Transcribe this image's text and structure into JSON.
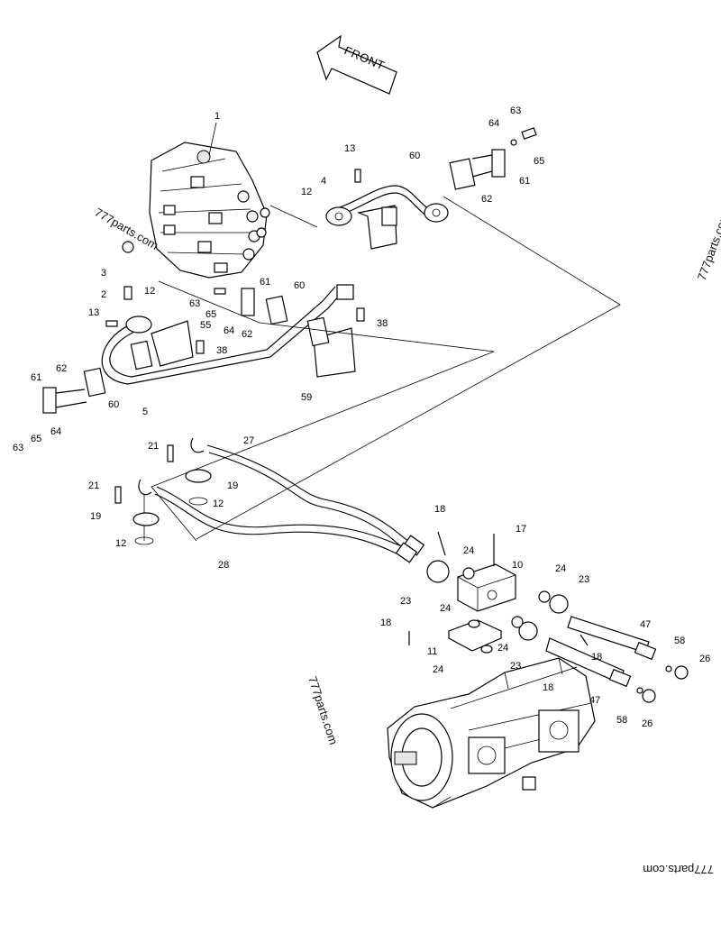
{
  "direction_arrow": {
    "label": "FRONT"
  },
  "watermarks": [
    "777parts.com",
    "777parts.com",
    "777parts.com",
    "777parts.com"
  ],
  "labels": {
    "p1": "1",
    "p2": "2",
    "p3": "3",
    "p4": "4",
    "p5": "5",
    "p10": "10",
    "p11": "11",
    "p12a": "12",
    "p12b": "12",
    "p12c": "12",
    "p12d": "12",
    "p13a": "13",
    "p13b": "13",
    "p17": "17",
    "p18a": "18",
    "p18b": "18",
    "p18c": "18",
    "p18d": "18",
    "p19a": "19",
    "p19b": "19",
    "p21a": "21",
    "p21b": "21",
    "p23a": "23",
    "p23b": "23",
    "p23c": "23",
    "p24a": "24",
    "p24b": "24",
    "p24c": "24",
    "p24d": "24",
    "p24e": "24",
    "p26a": "26",
    "p26b": "26",
    "p27": "27",
    "p28": "28",
    "p38a": "38",
    "p38b": "38",
    "p47a": "47",
    "p47b": "47",
    "p55": "55",
    "p58a": "58",
    "p58b": "58",
    "p59": "59",
    "p60a": "60",
    "p60b": "60",
    "p60c": "60",
    "p61a": "61",
    "p61b": "61",
    "p61c": "61",
    "p62a": "62",
    "p62b": "62",
    "p62c": "62",
    "p63a": "63",
    "p63b": "63",
    "p63c": "63",
    "p64a": "64",
    "p64b": "64",
    "p64c": "64",
    "p65a": "65",
    "p65b": "65",
    "p65c": "65"
  }
}
